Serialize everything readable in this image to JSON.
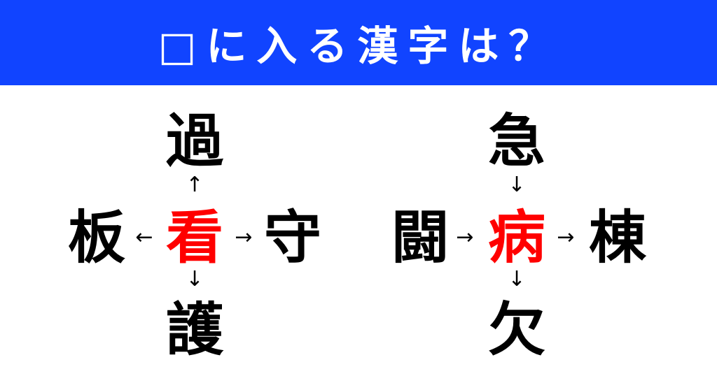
{
  "header": {
    "title": "□に入る漢字は？",
    "background": "#1144ff"
  },
  "puzzles": [
    {
      "center": "看",
      "center_color": "#ff0000",
      "top": "過",
      "top_arrow": "↑",
      "left": "板",
      "left_arrow": "←",
      "right": "守",
      "right_arrow": "→",
      "bottom": "護",
      "bottom_arrow": "↓"
    },
    {
      "center": "病",
      "center_color": "#ff0000",
      "top": "急",
      "top_arrow": "↓",
      "left": "闘",
      "left_arrow": "→",
      "right": "棟",
      "right_arrow": "→",
      "bottom": "欠",
      "bottom_arrow": "↓"
    }
  ]
}
